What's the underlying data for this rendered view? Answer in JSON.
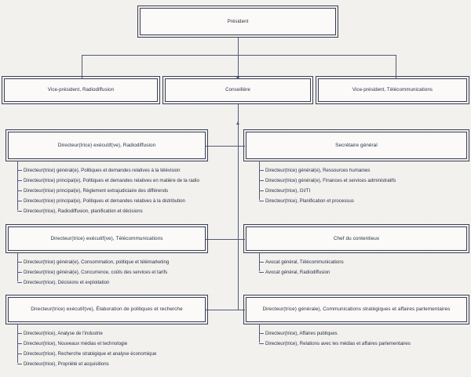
{
  "document": {
    "type": "organizational-chart",
    "language": "fr",
    "colors": {
      "page_background": "#f2f1ee",
      "box_fill": "#fbfaf8",
      "box_border": "#3a3f56",
      "connector": "#545a78",
      "text": "#2b3047"
    }
  },
  "nodes": {
    "president": {
      "label": "Président"
    },
    "vp_radiodiffusion": {
      "label": "Vice-président, Radiodiffusion"
    },
    "conseillere": {
      "label": "Conseillère"
    },
    "vp_telecommunications": {
      "label": "Vice-président, Télécommunications"
    },
    "dir_exec_radiodiffusion": {
      "label": "Directeur(trice) exécutif(ve), Radiodiffusion"
    },
    "secretaire_general": {
      "label": "Secrétaire général"
    },
    "dir_exec_telecommunications": {
      "label": "Directeur(trice) exécutif(ve), Télécommunications"
    },
    "chef_contentieux": {
      "label": "Chef du contentieux"
    },
    "dir_exec_politiques": {
      "label": "Directeur(trice) exécutif(ve), Élaboration de politiques et recherche"
    },
    "dg_communications": {
      "label": "Directeur(trice) générale), Communications stratégiques et affaires parlementaires"
    }
  },
  "leaf_groups": {
    "radiodiffusion": [
      "Directeur(trice) général(e), Politiques et demandes relatives à la télévision",
      "Directeur(trice) principal(e), Politiques et demandes relatives en matière de la radio",
      "Directeur(trice) principal(e), Règlement extrajudiciaire des différends",
      "Directeur(trice) principal(e), Politiques et demandes relatives à la distribution",
      "Directeur(trice), Radiodiffusion, planification et décisions"
    ],
    "secretariat": [
      "Directeur(trice) général(e), Ressources humaines",
      "Directeur(trice) général(e), Finances et services administratifs",
      "Directeur(trice), GI/TI",
      "Directeur(trice), Planification et processus"
    ],
    "telecommunications": [
      "Directeur(trice) général(e), Consommation, politique et télémarketing",
      "Directeur(trice) général(e), Concurrence, coûts des services et tarifs",
      "Directeur(trice), Décisions et exploitation"
    ],
    "contentieux": [
      "Avocat général,  Télécommunications",
      "Avocat général, Radiodiffusion"
    ],
    "politiques_recherche": [
      "Directeur(trice), Analyse de l'industrie",
      "Directeur(trice), Nouveaux médias et technologie",
      "Directeur(trice), Recherche stratégique et analyse économique",
      "Directeur(trice), Propriété et acquisitions"
    ],
    "communications": [
      "Directeur(trice), Affaires publiques",
      "Directeur(trice), Relations avec les médias et affaires parlementaires"
    ]
  }
}
